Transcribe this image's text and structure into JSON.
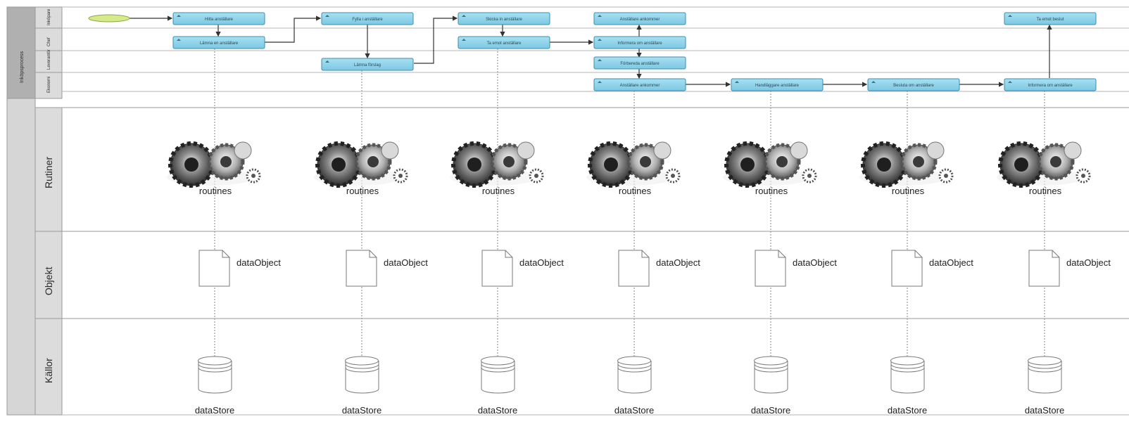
{
  "pools": {
    "process_pool_label": "Inköpsprocess",
    "lanes": {
      "rutiner": "Rutiner",
      "objekt": "Objekt",
      "kallor": "Källor"
    },
    "sub_lanes": [
      "Inköpare",
      "Chef",
      "Leverantör",
      "Ekonomi"
    ]
  },
  "process": {
    "tasks": [
      {
        "id": "t1",
        "text": "Hitta anställare",
        "lane": 0
      },
      {
        "id": "t2",
        "text": "Lämna en anställare",
        "lane": 1
      },
      {
        "id": "t3",
        "text": "Fylla i anställare",
        "lane": 0
      },
      {
        "id": "t4",
        "text": "Lämna förslag",
        "lane": 2
      },
      {
        "id": "t5",
        "text": "Skicka in anställare",
        "lane": 0
      },
      {
        "id": "t6",
        "text": "Ta emot anställare",
        "lane": 1
      },
      {
        "id": "t7",
        "text": "Anställare ankommer",
        "lane": 0
      },
      {
        "id": "t8",
        "text": "Informera om anställare",
        "lane": 1
      },
      {
        "id": "t9",
        "text": "Förbereda anställare",
        "lane": 2
      },
      {
        "id": "t10",
        "text": "Anställare ankommer",
        "lane": 3
      },
      {
        "id": "t11",
        "text": "Handläggare anställare",
        "lane": 3
      },
      {
        "id": "t12",
        "text": "Besluta om anställare",
        "lane": 3
      },
      {
        "id": "t13",
        "text": "Informera om anställare",
        "lane": 3
      },
      {
        "id": "t14",
        "text": "Ta emot beslut",
        "lane": 0
      }
    ]
  },
  "columns": [
    {
      "routine": "routines",
      "data_object": "dataObject",
      "data_store": "dataStore"
    },
    {
      "routine": "routines",
      "data_object": "dataObject",
      "data_store": "dataStore"
    },
    {
      "routine": "routines",
      "data_object": "dataObject",
      "data_store": "dataStore"
    },
    {
      "routine": "routines",
      "data_object": "dataObject",
      "data_store": "dataStore"
    },
    {
      "routine": "routines",
      "data_object": "dataObject",
      "data_store": "dataStore"
    },
    {
      "routine": "routines",
      "data_object": "dataObject",
      "data_store": "dataStore"
    },
    {
      "routine": "routines",
      "data_object": "dataObject",
      "data_store": "dataStore"
    }
  ],
  "colors": {
    "task_fill": "#8fd3ea",
    "task_stroke": "#3d8db0",
    "start_event_fill": "#d6ea8c",
    "lane_header": "#d9d9d9",
    "lane_header_dark": "#b3b3b3",
    "border": "#9a9a9a"
  }
}
